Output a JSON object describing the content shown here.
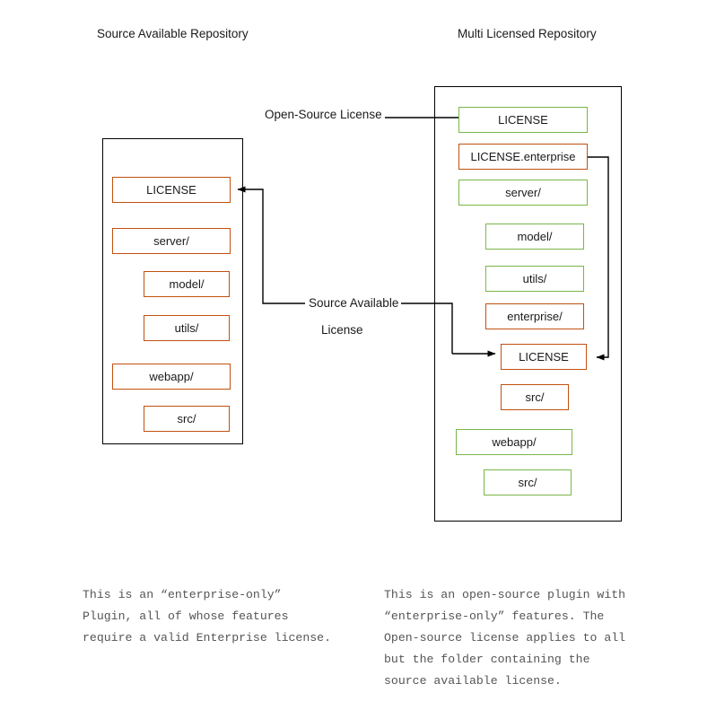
{
  "diagram": {
    "title_left": "Source Available Repository",
    "title_right": "Multi Licensed Repository",
    "colors": {
      "orange": "#C1510F",
      "green": "#7AB648",
      "box_border": "#000000",
      "arrow": "#000000",
      "caption_text": "#555555"
    },
    "edge_labels": {
      "open_source": "Open-Source License",
      "source_available_line1": "Source Available",
      "source_available_line2": "License"
    },
    "left_repo": {
      "items": [
        {
          "label": "LICENSE",
          "color": "orange",
          "indent": 0
        },
        {
          "label": "server/",
          "color": "orange",
          "indent": 0
        },
        {
          "label": "model/",
          "color": "orange",
          "indent": 1
        },
        {
          "label": "utils/",
          "color": "orange",
          "indent": 1
        },
        {
          "label": "webapp/",
          "color": "orange",
          "indent": 0
        },
        {
          "label": "src/",
          "color": "orange",
          "indent": 1
        }
      ]
    },
    "right_repo": {
      "items": [
        {
          "label": "LICENSE",
          "color": "green",
          "indent": 0
        },
        {
          "label": "LICENSE.enterprise",
          "color": "orange",
          "indent": 0
        },
        {
          "label": "server/",
          "color": "green",
          "indent": 0
        },
        {
          "label": "model/",
          "color": "green",
          "indent": 1
        },
        {
          "label": "utils/",
          "color": "green",
          "indent": 1
        },
        {
          "label": "enterprise/",
          "color": "orange",
          "indent": 1
        },
        {
          "label": "LICENSE",
          "color": "orange",
          "indent": 2
        },
        {
          "label": "src/",
          "color": "orange",
          "indent": 2
        },
        {
          "label": "webapp/",
          "color": "green",
          "indent": 0
        },
        {
          "label": "src/",
          "color": "green",
          "indent": 1
        }
      ]
    },
    "captions": {
      "left": "This is an “enterprise-only”\nPlugin, all of whose features\nrequire a valid Enterprise license.",
      "right": "This is an open-source plugin with\n“enterprise-only” features. The\nOpen-source license applies to all\nbut the folder containing the\nsource available license."
    }
  }
}
